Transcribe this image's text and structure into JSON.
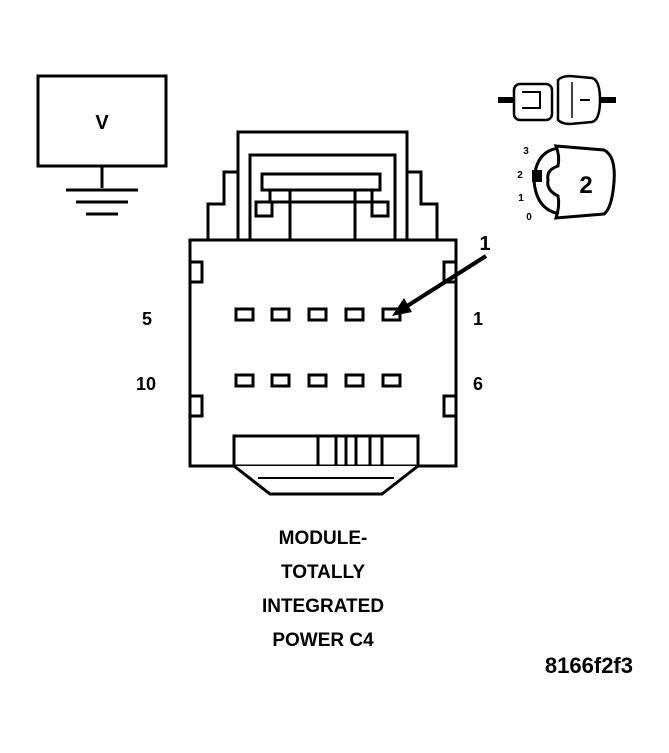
{
  "voltmeter": {
    "label": "V"
  },
  "connector": {
    "pin_labels": {
      "top_left": "5",
      "top_right": "1",
      "bottom_left": "10",
      "bottom_right": "6"
    },
    "callout": "1"
  },
  "ignition": {
    "positions": [
      "3",
      "2",
      "1",
      "0"
    ],
    "key_position": "2"
  },
  "caption_lines": [
    "MODULE-",
    "TOTALLY",
    "INTEGRATED",
    "POWER C4"
  ],
  "figure_id": "8166f2f3"
}
